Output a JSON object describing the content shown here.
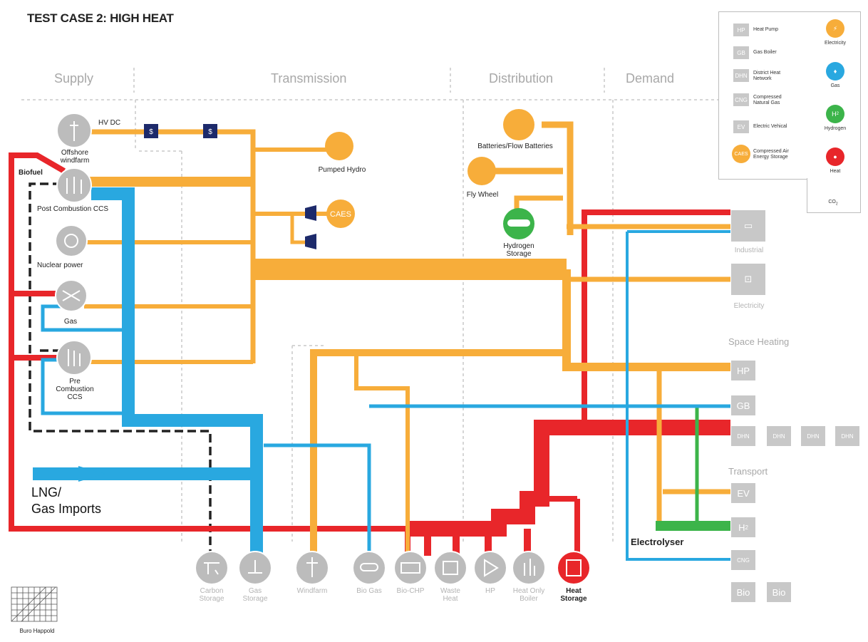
{
  "title": "TEST CASE 2: HIGH HEAT",
  "columns": [
    "Supply",
    "Transmission",
    "Distribution",
    "Demand"
  ],
  "supply": {
    "offshore": "Offshore windfarm",
    "hvdc": "HV DC",
    "biofuel": "Biofuel",
    "post_ccs": "Post Combustion CCS",
    "nuclear": "Nuclear power",
    "gas": "Gas",
    "pre_ccs_1": "Pre",
    "pre_ccs_2": "Combustion",
    "pre_ccs_3": "CCS",
    "lng_1": "LNG/",
    "lng_2": "Gas Imports"
  },
  "transmission": {
    "pumped_hydro": "Pumped Hydro",
    "caes": "CAES"
  },
  "distribution": {
    "batteries": "Batteries/Flow Batteries",
    "flywheel": "Fly Wheel",
    "hydrogen_storage_1": "Hydrogen",
    "hydrogen_storage_2": "Storage"
  },
  "demand": {
    "industrial": "Industrial",
    "electricity": "Electricity",
    "space_heating": "Space Heating",
    "hp": "HP",
    "gb": "GB",
    "dhn": "DHN",
    "transport": "Transport",
    "ev": "EV",
    "h2": "H",
    "h2_sub": "2",
    "cng": "CNG",
    "bio": "Bio",
    "electrolyser": "Electrolyser"
  },
  "bottom": {
    "carbon_storage_1": "Carbon",
    "carbon_storage_2": "Storage",
    "gas_storage_1": "Gas",
    "gas_storage_2": "Storage",
    "windfarm": "Windfarm",
    "bio_gas": "Bio Gas",
    "bio_chp": "Bio-CHP",
    "waste_1": "Waste",
    "waste_2": "Heat",
    "hp": "HP",
    "heat_only_1": "Heat Only",
    "heat_only_2": "Boiler",
    "heat_storage_1": "Heat",
    "heat_storage_2": "Storage"
  },
  "legend": {
    "hp_abbr": "HP",
    "hp": "Heat Pump",
    "gb_abbr": "GB",
    "gb": "Gas Boiler",
    "dhn_abbr": "DHN",
    "dhn_1": "District Heat",
    "dhn_2": "Network",
    "cng_abbr": "CNG",
    "cng_1": "Compressed",
    "cng_2": "Natural Gas",
    "ev_abbr": "EV",
    "ev": "Electric Vehical",
    "caes_abbr": "CAES",
    "caes_1": "Compressed Air",
    "caes_2": "Energy Storage",
    "electricity": "Electricity",
    "gas": "Gas",
    "hydrogen": "Hydrogen",
    "h2_symbol": "H",
    "heat": "Heat",
    "co2": "CO",
    "co2_sub": "2"
  },
  "logo": "Buro Happold",
  "colors": {
    "electricity": "#f7ad3a",
    "gas": "#29a8e0",
    "hydrogen": "#3cb44a",
    "heat": "#e8262a",
    "co2": "#222222",
    "grey_node": "#bcbcbc",
    "header_grey": "#a8a8a8"
  }
}
